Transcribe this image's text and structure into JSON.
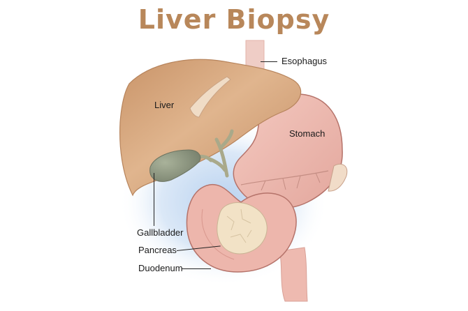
{
  "title": "Liver Biopsy",
  "colors": {
    "title": "#b8875a",
    "liver": "#d9aa80",
    "liver_shadow": "#c18f66",
    "stomach": "#eebab0",
    "stomach_edge": "#b5736a",
    "gallbladder": "#8e9780",
    "pancreas": "#f2e2c6",
    "duct": "#a9a98a",
    "background_glow": "#c9dcf2",
    "label_text": "#1a1a1a"
  },
  "labels": {
    "esophagus": "Esophagus",
    "liver": "Liver",
    "stomach": "Stomach",
    "gallbladder": "Gallbladder",
    "pancreas": "Pancreas",
    "duodenum": "Duodenum"
  }
}
